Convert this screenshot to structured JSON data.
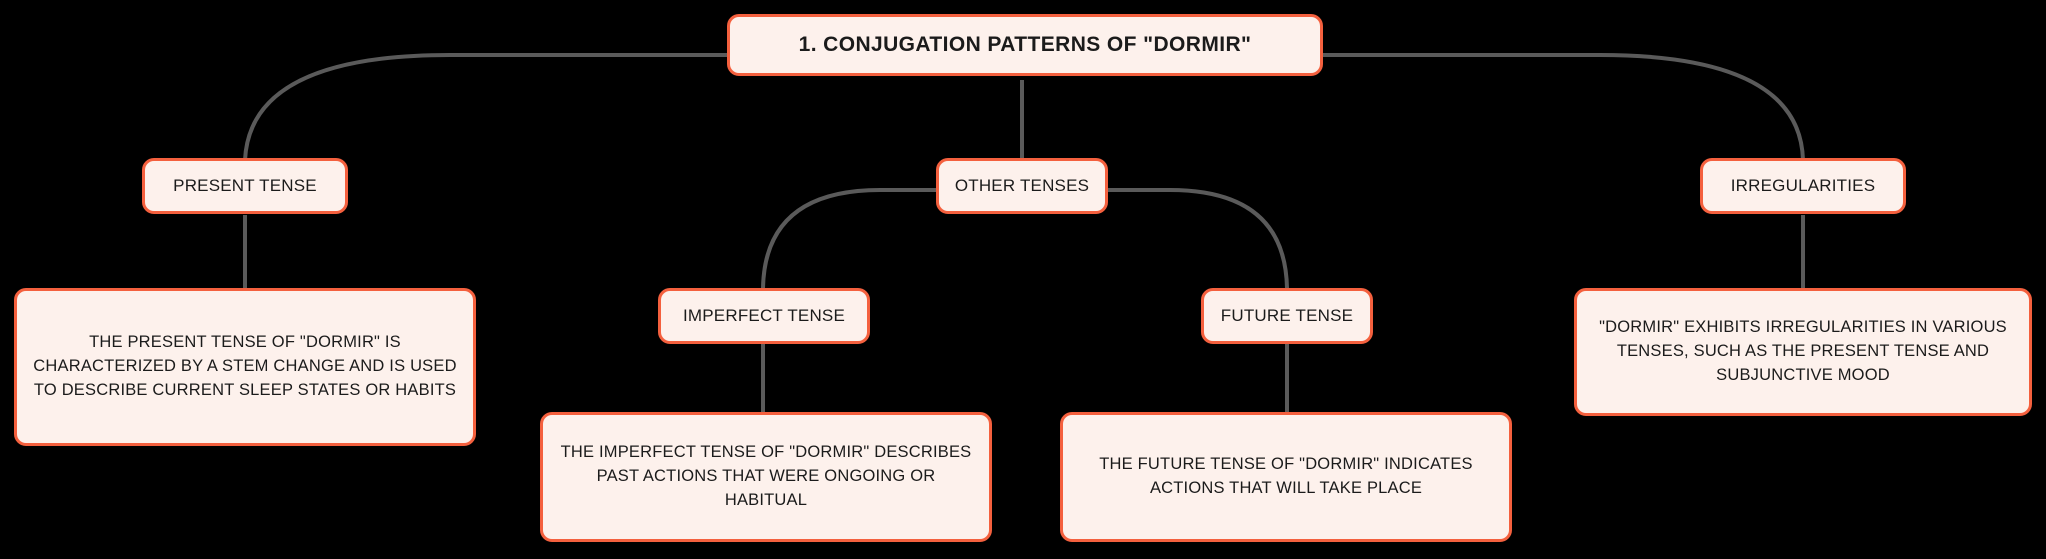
{
  "diagram": {
    "type": "mind-map-tree",
    "background_color": "#000000",
    "node_fill_color": "#fdf1ec",
    "node_border_color": "#f4603e",
    "edge_color": "#5a5a5a",
    "text_color": "#1b1b1b",
    "root": {
      "id": "root",
      "label": "1. CONJUGATION PATTERNS OF \"DORMIR\""
    },
    "branches": [
      {
        "id": "present-tense",
        "label": "PRESENT TENSE",
        "detail": "THE PRESENT TENSE OF \"DORMIR\" IS CHARACTERIZED BY A STEM CHANGE AND IS USED TO DESCRIBE CURRENT SLEEP STATES OR HABITS"
      },
      {
        "id": "other-tenses",
        "label": "OTHER TENSES",
        "children": [
          {
            "id": "imperfect-tense",
            "label": "IMPERFECT TENSE",
            "detail": "THE IMPERFECT TENSE OF \"DORMIR\" DESCRIBES PAST ACTIONS THAT WERE ONGOING OR HABITUAL"
          },
          {
            "id": "future-tense",
            "label": "FUTURE TENSE",
            "detail": "THE FUTURE TENSE OF \"DORMIR\" INDICATES ACTIONS THAT WILL TAKE PLACE"
          }
        ]
      },
      {
        "id": "irregularities",
        "label": "IRREGULARITIES",
        "detail": "\"DORMIR\" EXHIBITS IRREGULARITIES IN VARIOUS TENSES, SUCH AS THE PRESENT TENSE AND SUBJUNCTIVE MOOD"
      }
    ]
  }
}
